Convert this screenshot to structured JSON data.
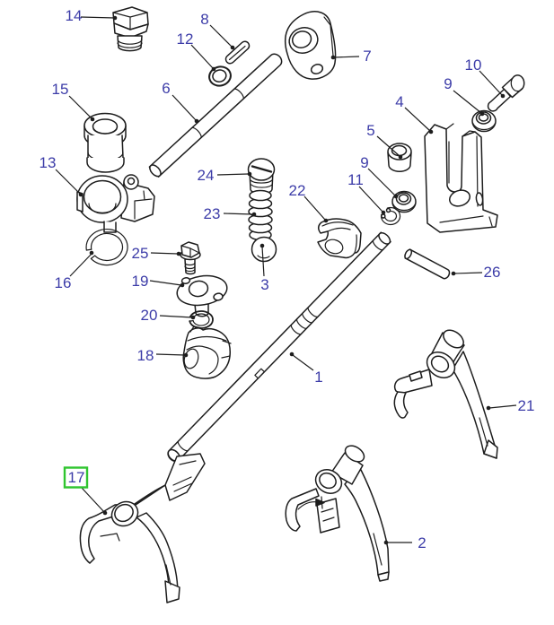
{
  "diagram": {
    "type": "exploded-parts-diagram",
    "colors": {
      "background": "#ffffff",
      "line": "#1d1d1d",
      "label": "#3c3ca8",
      "highlight_box": "#2fc52f"
    },
    "highlighted_callout": "17",
    "callouts": [
      {
        "id": "14",
        "label": "14"
      },
      {
        "id": "8",
        "label": "8"
      },
      {
        "id": "12",
        "label": "12"
      },
      {
        "id": "6",
        "label": "6"
      },
      {
        "id": "7",
        "label": "7"
      },
      {
        "id": "15",
        "label": "15"
      },
      {
        "id": "13",
        "label": "13"
      },
      {
        "id": "16",
        "label": "16"
      },
      {
        "id": "24",
        "label": "24"
      },
      {
        "id": "23",
        "label": "23"
      },
      {
        "id": "3",
        "label": "3"
      },
      {
        "id": "22",
        "label": "22"
      },
      {
        "id": "5",
        "label": "5"
      },
      {
        "id": "4",
        "label": "4"
      },
      {
        "id": "9a",
        "label": "9"
      },
      {
        "id": "10",
        "label": "10"
      },
      {
        "id": "9b",
        "label": "9"
      },
      {
        "id": "11",
        "label": "11"
      },
      {
        "id": "25",
        "label": "25"
      },
      {
        "id": "19",
        "label": "19"
      },
      {
        "id": "20",
        "label": "20"
      },
      {
        "id": "18",
        "label": "18"
      },
      {
        "id": "26",
        "label": "26"
      },
      {
        "id": "1",
        "label": "1"
      },
      {
        "id": "21",
        "label": "21"
      },
      {
        "id": "17",
        "label": "17",
        "highlighted": true
      },
      {
        "id": "2",
        "label": "2"
      }
    ]
  }
}
